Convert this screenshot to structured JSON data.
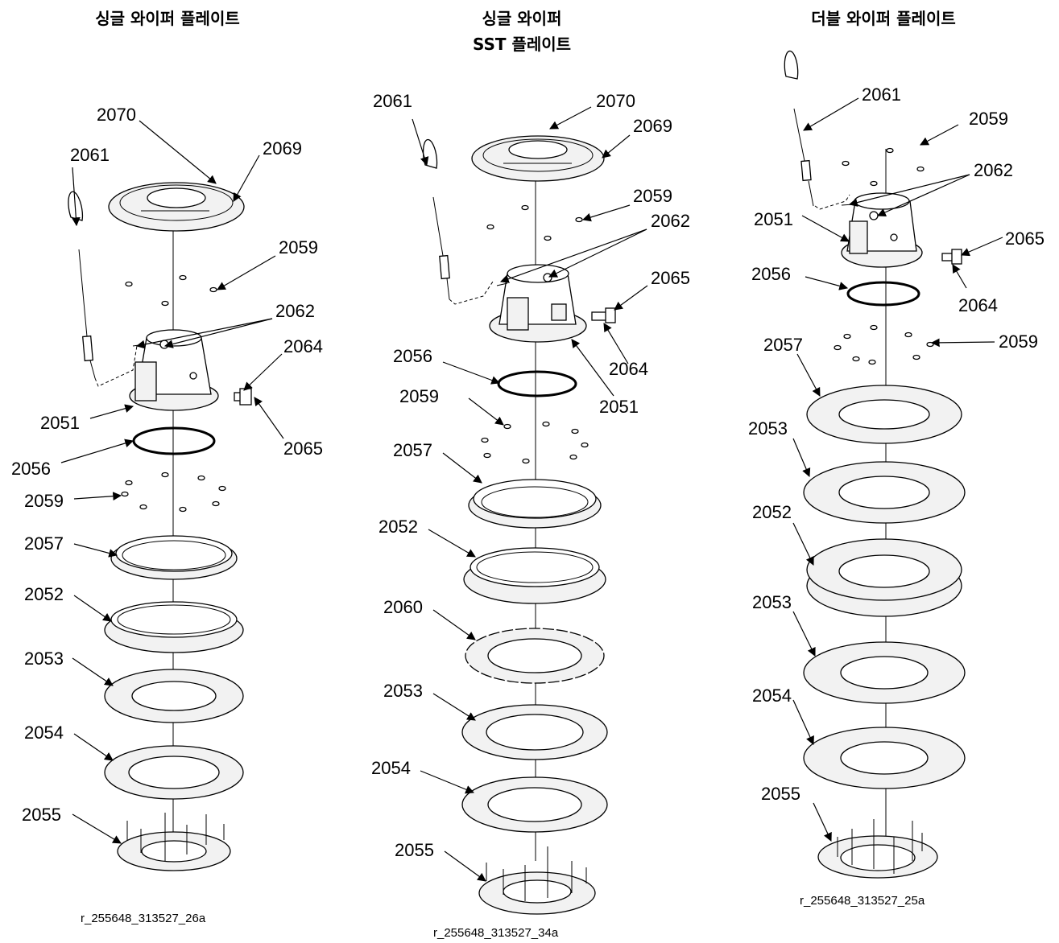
{
  "columns": [
    {
      "title_lines": [
        "싱글 와이퍼 플레이트"
      ],
      "ref": "r_255648_313527_26a"
    },
    {
      "title_lines": [
        "싱글 와이퍼",
        "SST 플레이트"
      ],
      "ref": "r_255648_313527_34a"
    },
    {
      "title_lines": [
        "더블 와이퍼 플레이트"
      ],
      "ref": "r_255648_313527_25a"
    }
  ],
  "parts": {
    "p2051": "2051",
    "p2052": "2052",
    "p2053": "2053",
    "p2054": "2054",
    "p2055": "2055",
    "p2056": "2056",
    "p2057": "2057",
    "p2059": "2059",
    "p2060": "2060",
    "p2061": "2061",
    "p2062": "2062",
    "p2064": "2064",
    "p2065": "2065",
    "p2069": "2069",
    "p2070": "2070"
  }
}
